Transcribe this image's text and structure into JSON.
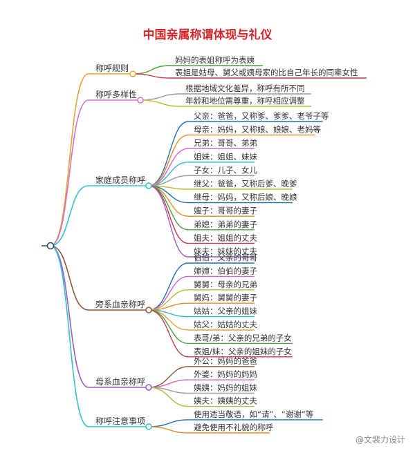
{
  "title": "中国亲属称谓体现与礼仪",
  "watermark": "@文裴力设计",
  "branches": [
    {
      "label": "称呼规则",
      "color": "#e6a33a",
      "items": [
        {
          "text": "妈妈的表姐称呼为表姨",
          "color": "#4aa03f"
        },
        {
          "text": "表姐是姑母、舅父或姨母家的比自己年长的同辈女性",
          "color": "#c83a4a"
        }
      ]
    },
    {
      "label": "称呼多样性",
      "color": "#d36fc6",
      "items": [
        {
          "text": "根据地域文化差异，称呼有所不同",
          "color": "#999999"
        },
        {
          "text": "年龄和地位需尊重，称呼相应调整",
          "color": "#b7b83a"
        }
      ]
    },
    {
      "label": "家庭成员称呼",
      "color": "#35bfc9",
      "items": [
        {
          "text": "父亲：爸爸，又称爹、爹爹、老爷子等",
          "color": "#1f6fb5"
        },
        {
          "text": "母亲：妈妈，又称娘、娘娘、老妈等",
          "color": "#e38b2c"
        },
        {
          "text": "兄弟：哥哥、弟弟",
          "color": "#d661c8"
        },
        {
          "text": "姐妹：姐姐、妹妹",
          "color": "#2eb7c4"
        },
        {
          "text": "子女：儿子、女儿",
          "color": "#999999"
        },
        {
          "text": "继父：爸爸，又称后爹、晚爹",
          "color": "#b7b83a"
        },
        {
          "text": "继母：妈妈，又称后娘、晚娘",
          "color": "#1f6fb5"
        },
        {
          "text": "嫂子：哥哥的妻子",
          "color": "#e38b2c"
        },
        {
          "text": "弟媳：弟弟的妻子",
          "color": "#4aa03f"
        },
        {
          "text": "姐夫：姐姐的丈夫",
          "color": "#c83a4a"
        },
        {
          "text": "妹夫：妹妹的丈夫",
          "color": "#9b59c6"
        }
      ]
    },
    {
      "label": "旁系血亲称呼",
      "color": "#8b5a3c",
      "items": [
        {
          "text": "伯伯：父亲的哥哥",
          "color": "#1f6fb5"
        },
        {
          "text": "婶婶：伯伯的妻子",
          "color": "#d661c8"
        },
        {
          "text": "舅舅：母亲的兄弟",
          "color": "#b7b83a"
        },
        {
          "text": "舅妈：舅舅的妻子",
          "color": "#e38b2c"
        },
        {
          "text": "姑姑：父亲的姐妹",
          "color": "#2eb7c4"
        },
        {
          "text": "姑父：姑姑的丈夫",
          "color": "#e6a33a"
        },
        {
          "text": "表哥/弟：父亲的兄弟的子女",
          "color": "#4aa03f"
        },
        {
          "text": "表姐/妹：父亲的姐妹的子女",
          "color": "#c83a4a"
        }
      ]
    },
    {
      "label": "母系血亲称呼",
      "color": "#9b59c6",
      "items": [
        {
          "text": "外公：妈妈的爸爸",
          "color": "#8b5a3c"
        },
        {
          "text": "外婆：妈妈的妈妈",
          "color": "#d661c8"
        },
        {
          "text": "姨姨：妈妈的姐妹",
          "color": "#999999"
        },
        {
          "text": "姨夫：姨姨的丈夫",
          "color": "#b7b83a"
        }
      ]
    },
    {
      "label": "称呼注意事项",
      "color": "#35bfc9",
      "items": [
        {
          "text": "使用适当敬语，如“请”、“谢谢”等",
          "color": "#1f6fb5"
        },
        {
          "text": "避免使用不礼貌的称呼",
          "color": "#e38b2c"
        }
      ]
    }
  ]
}
